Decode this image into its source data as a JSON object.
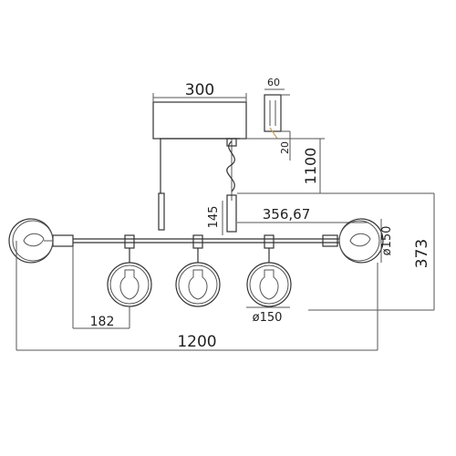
{
  "drawing": {
    "dimensions": {
      "canopy_width": "300",
      "canopy_depth": "60",
      "canopy_height": "20",
      "drop_height": "1100",
      "stem_height": "145",
      "arm_length": "356,67",
      "shade_diameter_end": "ø150",
      "overall_height": "373",
      "arm_offset": "182",
      "shade_diameter_mid": "ø150",
      "overall_width": "1200"
    },
    "colors": {
      "line": "#333333",
      "shade": "#555555",
      "accent": "#c8a060"
    }
  }
}
